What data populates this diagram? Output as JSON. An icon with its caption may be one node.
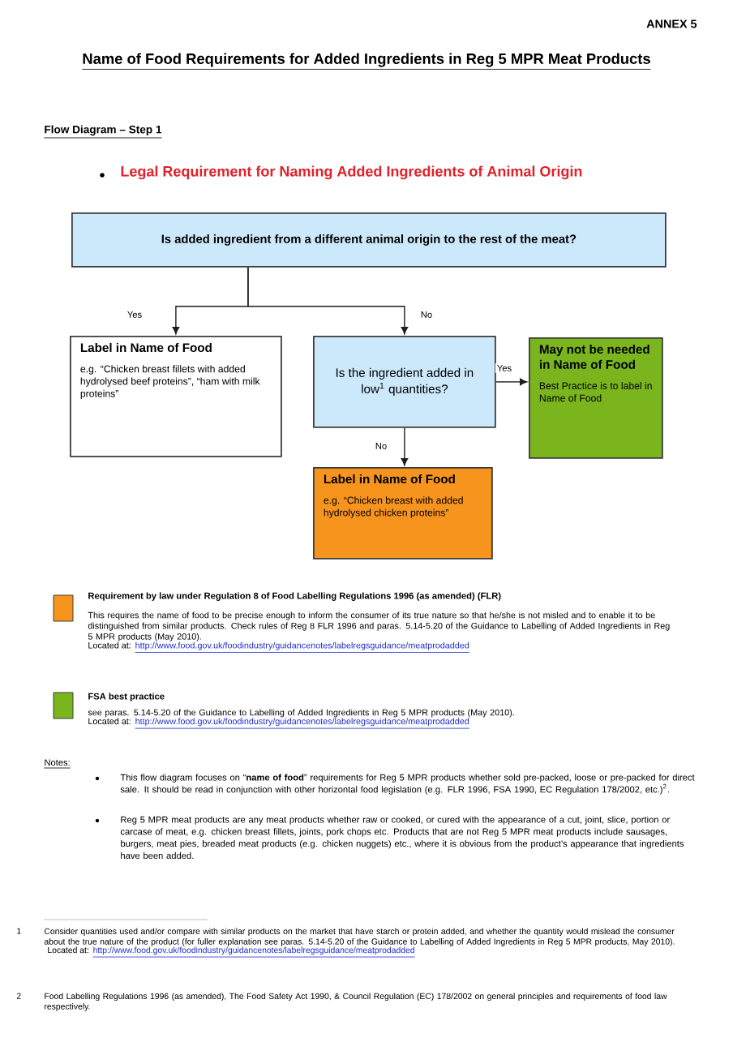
{
  "diagram": {
    "title": "Name of Food Requirements for Added Ingredients in Reg 5 MPR Meat Products",
    "nodes": [
      {
        "text": [
          "Is added ingredient from a different animal origin to the rest of the meat?"
        ]
      },
      {
        "text": [
          "Label in Name of Food",
          "e.g. “Chicken breast fillets with added hydrolysed beef proteins”, “ham with milk proteins”"
        ]
      },
      {
        "text": [
          "Is the ingredient added in low$^{1}$ quantities?"
        ]
      },
      {
        "text": [
          "May not be needed in Name of Food",
          "Best Practice is to label in Name of Food"
        ]
      },
      {
        "text": [
          "Label in Name of Food",
          "e.g. “Chicken breast with added hydrolysed chicken proteins”"
        ]
      }
    ],
    "edges": [
      {
        "from": 0,
        "to": 1,
        "arrow": "to",
        "label": "Yes"
      },
      {
        "from": 0,
        "to": 2,
        "arrow": "to",
        "label": "No"
      },
      {
        "from": 2,
        "to": 3,
        "arrow": "to",
        "label": "Yes"
      },
      {
        "from": 2,
        "to": 4,
        "arrow": "to",
        "label": "No"
      }
    ],
    "labels": [
      "ANNEX 5",
      "Flow Diagram – Step 1",
      "Legal Requirement for Naming Added Ingredients of Animal Origin",
      "This requires the name of food to be precise enough to inform the consumer of its true nature so that he/she is not misled and to enable it to be distinguished from similar products.  Check rules of Reg 8 FLR 1996 and  paras. 5.14-5.20 of the Guidance to Labelling of Added Ingredients in Reg 5 MPR products (May 2010).",
      "Located at:",
      "http://www.food.gov.uk/foodindustry/guidancenotes/labelregsguidance/meatprodadded",
      "see paras. 5.14-5.20 of the Guidance to Labelling of Added Ingredients in Reg 5 MPR products (May 2010).",
      "Located at:",
      "http://www.food.gov.uk/foodindustry/guidancenotes/labelregsguidance/meatprodadded",
      "Notes:",
      "This flow diagram focuses on “**name of food**” requirements for Reg 5 MPR products whether sold pre-packed, loose or pre-packed for direct sale. It should be read in conjunction with other horizontal food legislation (e.g. FLR 1996, FSA 1990, EC Regulation 178/2002, etc.)$^{2}$.",
      "Reg 5 MPR meat products are any meat products whether raw or cooked, or cured with the appearance of a cut, joint, slice, portion or carcase of meat, e.g. chicken breast fillets, joints, pork chops etc.  Products that are not Reg 5 MPR meat products include sausages, burgers, meat pies, breaded meat products (e.g.  chicken nuggets) etc., where it is obvious from the product’s appearance that ingredients have been added.",
      "1",
      "Consider quantities used and/or compare with similar products on the market that have starch or protein added, and whether the quantity would mislead the consumer about the true nature of the product (for fuller explanation see paras. 5.14-5.20 of the Guidance to Labelling of Added Ingredients in Reg 5 MPR products, May 2010).",
      "Located at:",
      "http://www.food.gov.uk/foodindustry/guidancenotes/labelregsguidance/meatprodadded",
      "2",
      "Food Labelling Regulations 1996 (as amended), The Food Safety Act 1990, & Council Regulation (EC) 178/2002 on general principles and requirements of food law respectively."
    ],
    "legend": [
      {
        "text": "Requirement by law under Regulation 8 of Food Labelling Regulations 1996 (as amended) (FLR)",
        "color": "#f7941d"
      },
      {
        "text": "FSA best practice",
        "color": "#7ab51d"
      }
    ]
  }
}
